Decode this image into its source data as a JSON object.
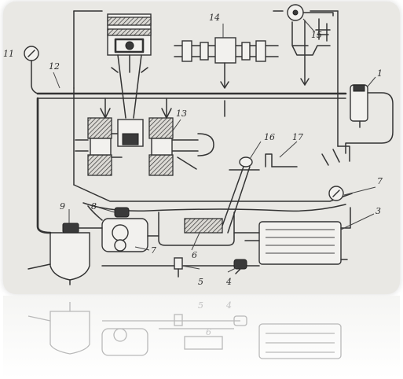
{
  "labels": {
    "l1": "1",
    "l3": "3",
    "l4": "4",
    "l5": "5",
    "l6": "6",
    "l7a": "7",
    "l7b": "7",
    "l8": "8",
    "l9": "9",
    "l11": "11",
    "l12": "12",
    "l13": "13",
    "l14": "14",
    "l15": "15",
    "l16": "16",
    "l17": "17"
  },
  "reflection_labels": {
    "r4": "4",
    "r5": "5",
    "r6": "6"
  }
}
